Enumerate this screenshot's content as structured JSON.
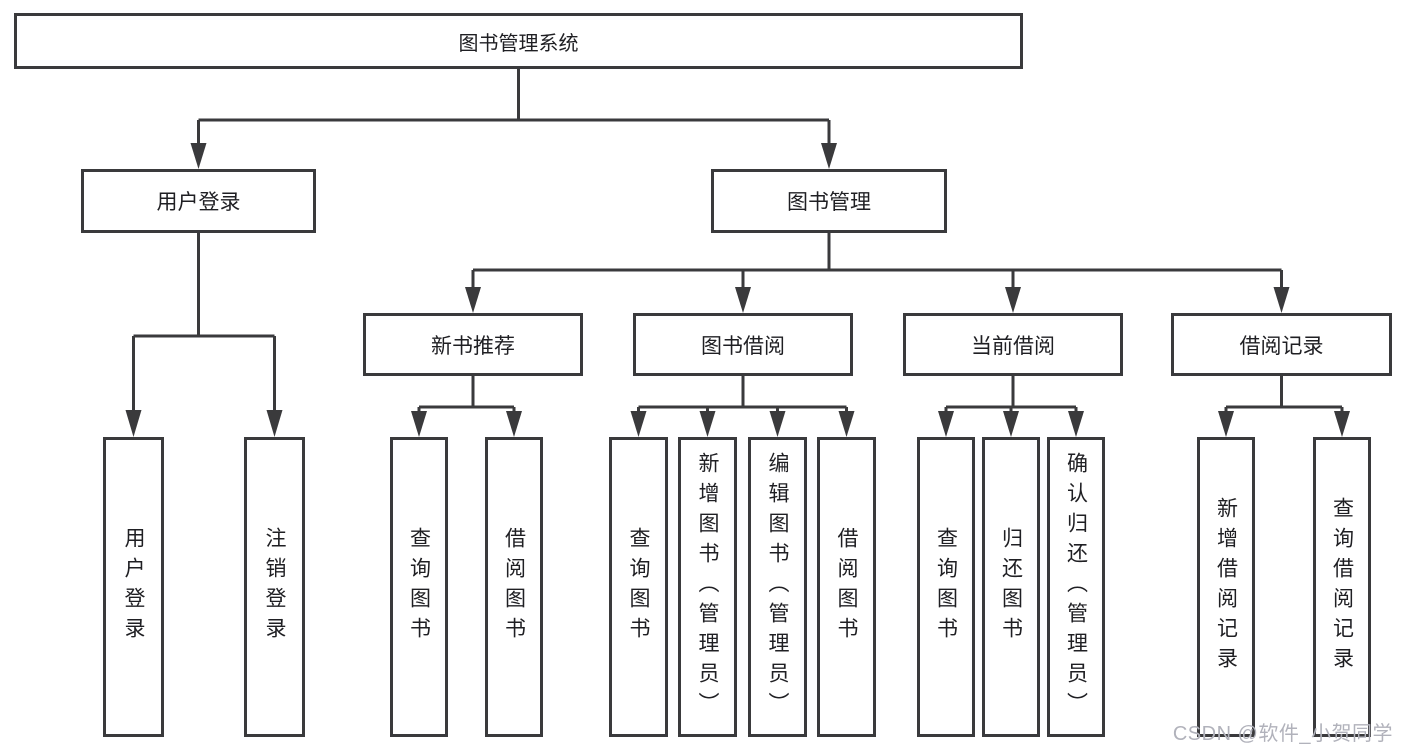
{
  "diagram_title": "图书管理系统",
  "nodes": {
    "root": "图书管理系统",
    "user_login": "用户登录",
    "book_mgmt": "图书管理",
    "new_book_rec": "新书推荐",
    "book_borrow": "图书借阅",
    "current_borrow": "当前借阅",
    "borrow_records": "借阅记录",
    "ul_user_login": "用户登录",
    "ul_logout": "注销登录",
    "nbr_query_book": "查询图书",
    "nbr_borrow_book": "借阅图书",
    "bb_query_book": "查询图书",
    "bb_add_book": "新增图书（管理员）",
    "bb_edit_book": "编辑图书（管理员）",
    "bb_borrow_book": "借阅图书",
    "cb_query_book": "查询图书",
    "cb_return_book": "归还图书",
    "cb_confirm_return": "确认归还（管理员）",
    "br_add_record": "新增借阅记录",
    "br_query_record": "查询借阅记录"
  },
  "watermark": {
    "text": "CSDN @软件_小贺同学"
  },
  "colors": {
    "line": "#3a3a3c",
    "text": "#1f1f23",
    "box_bg": "#ffffff",
    "background": "#ffffff",
    "watermark": "#b1b2bb"
  }
}
